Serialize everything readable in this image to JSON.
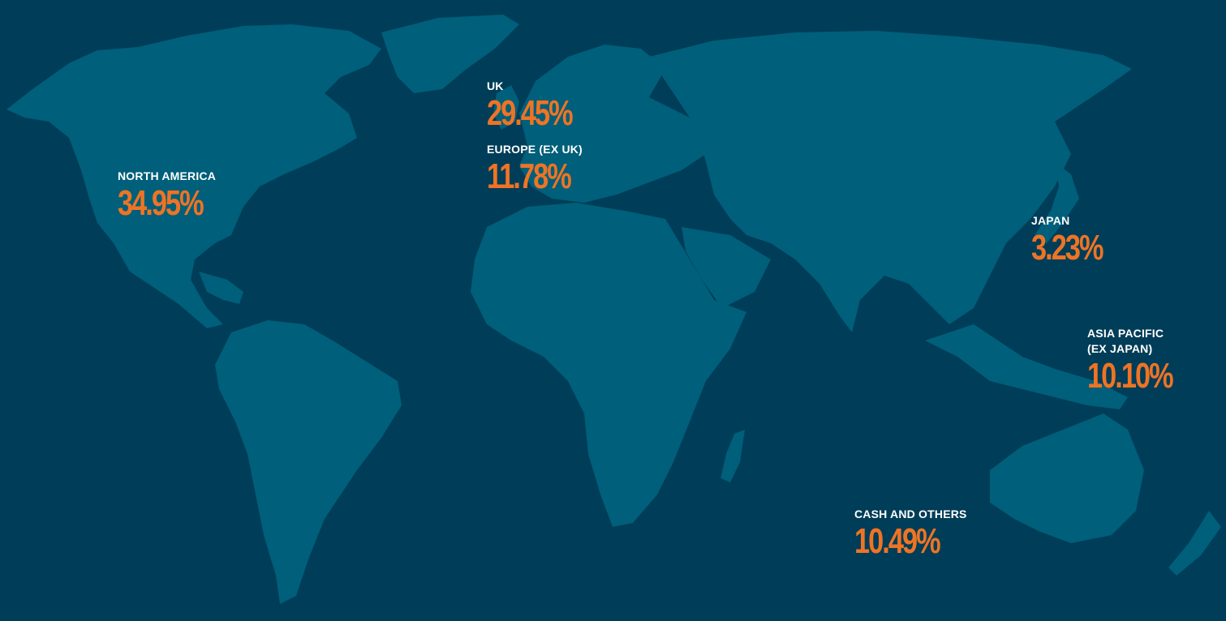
{
  "colors": {
    "ocean": "#003d58",
    "land": "#005f7a",
    "label": "#ffffff",
    "value": "#ee7424"
  },
  "regions": [
    {
      "name": "NORTH AMERICA",
      "value": "34.95%"
    },
    {
      "name": "UK",
      "value": "29.45%"
    },
    {
      "name": "EUROPE (EX UK)",
      "value": "11.78%"
    },
    {
      "name": "JAPAN",
      "value": "3.23%"
    },
    {
      "name": "ASIA PACIFIC\n(EX JAPAN)",
      "value": "10.10%"
    },
    {
      "name": "CASH AND OTHERS",
      "value": "10.49%"
    }
  ]
}
